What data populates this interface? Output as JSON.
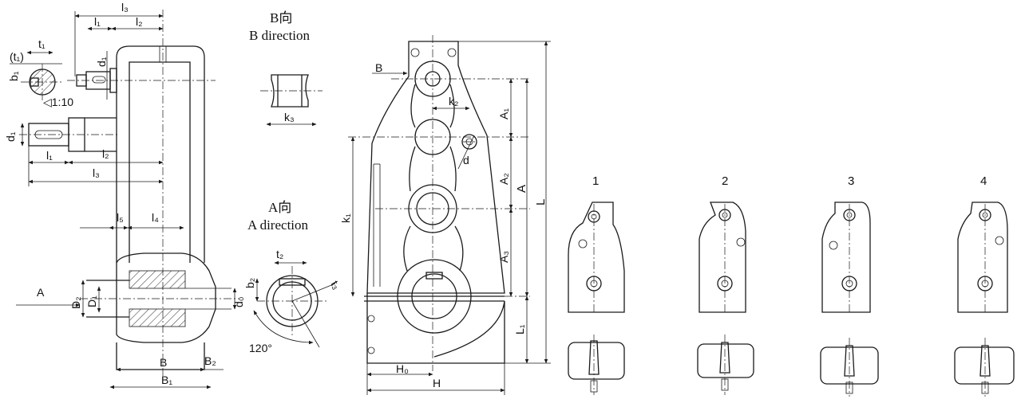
{
  "views": {
    "b_view_cn": "B向",
    "b_view_en": "B direction",
    "a_view_cn": "A向",
    "a_view_en": "A direction"
  },
  "dims": {
    "l3_top": "l₃",
    "l1_top": "l₁",
    "l2_top": "l₂",
    "t1": "t₁",
    "t1_paren": "(t₁)",
    "b1": "b₁",
    "d1_top": "d₁",
    "taper": "◁1:10",
    "d1_mid": "d₁",
    "l1_mid": "l₁",
    "l2_mid": "l₂",
    "l3_mid": "l₃",
    "l5": "l₅",
    "l4": "l₄",
    "arrow_a": "A",
    "D2": "D₂",
    "D1": "D₁",
    "B": "B",
    "B1": "B₁",
    "B2": "B₂",
    "d0": "d₀",
    "k3": "k₃",
    "t2": "t₂",
    "b2": "b₂",
    "t3": "t₃",
    "angle": "120°",
    "arrow_b": "B",
    "k2": "k₂",
    "d": "d",
    "A1": "A₁",
    "A2": "A₂",
    "A3": "A₃",
    "A": "A",
    "L": "L",
    "L1": "L₁",
    "k1": "k₁",
    "H0": "H₀",
    "H": "H"
  },
  "variants": {
    "labels": [
      "1",
      "2",
      "3",
      "4"
    ]
  }
}
